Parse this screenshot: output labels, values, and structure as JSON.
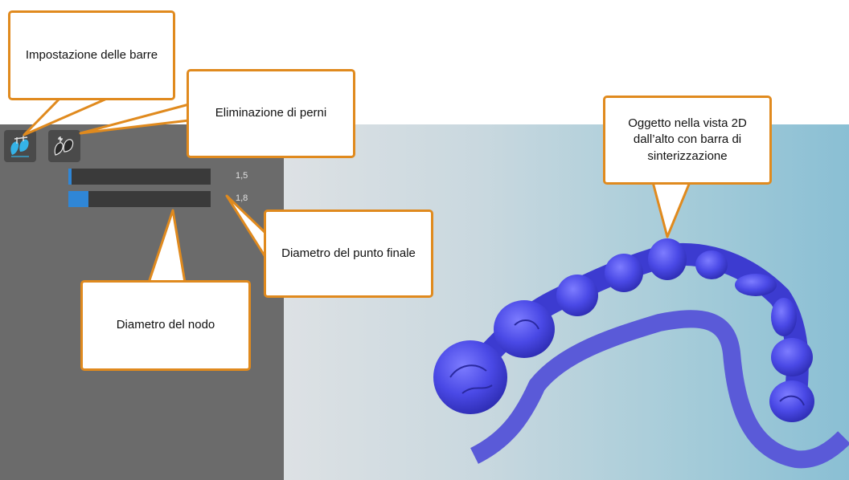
{
  "colors": {
    "callout_border": "#e08a1e",
    "panel_bg": "#6b6b6b",
    "slider_fill": "#2f86d6",
    "model": "#4a49e6",
    "sinter_bar": "#5a5ad8"
  },
  "toolbar": {
    "bar_setup_icon": "bar-setup-icon",
    "pin_removal_icon": "pin-removal-icon"
  },
  "sliders": {
    "end_point_diameter": {
      "value_label": "1,5",
      "fraction": 0.02
    },
    "node_diameter": {
      "value_label": "1,8",
      "fraction": 0.14
    }
  },
  "callouts": {
    "bar_setup": "Impostazione delle barre",
    "pin_removal": "Eliminazione di perni",
    "end_point_diameter": "Diametro del punto finale",
    "node_diameter": "Diametro del nodo",
    "object_2d_view": "Oggetto nella vista 2D dall’alto con barra di sinterizzazione"
  }
}
